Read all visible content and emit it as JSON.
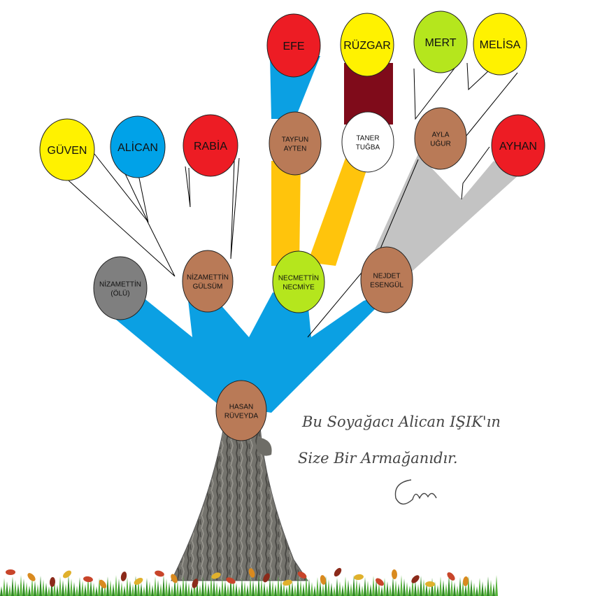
{
  "colors": {
    "trunk_blue": "#0ba0e3",
    "branch_orange": "#ffc40c",
    "branch_maroon": "#7f0b1a",
    "branch_gray": "#c3c3c3",
    "node_brown": "#b97a57",
    "node_gray": "#7f7f7f",
    "node_green": "#b5e61d",
    "node_yellow": "#fff200",
    "node_red": "#ed1c24",
    "node_blue": "#00a2e8",
    "node_white": "#ffffff",
    "bark": "#6b6b66",
    "grass": "#3f9a2b"
  },
  "root": {
    "lines": [
      "HASAN",
      "RÜVEYDA"
    ],
    "fill": "#b97a57"
  },
  "children": [
    {
      "id": "nizamettin",
      "lines": [
        "NİZAMETTİN",
        "(ÖLÜ)"
      ],
      "fill": "#7f7f7f"
    },
    {
      "id": "nizamettin-gulsum",
      "lines": [
        "NİZAMETTİN",
        "GÜLSÜM"
      ],
      "fill": "#b97a57"
    },
    {
      "id": "necmettin-necmiye",
      "lines": [
        "NECMETTİN",
        "NECMİYE"
      ],
      "fill": "#b5e61d"
    },
    {
      "id": "nejdet-esengul",
      "lines": [
        "NEJDET",
        "ESENGÜL"
      ],
      "fill": "#b97a57"
    }
  ],
  "grandchildren": [
    {
      "id": "guven",
      "lines": [
        "GÜVEN"
      ],
      "fill": "#fff200"
    },
    {
      "id": "alican",
      "lines": [
        "ALİCAN"
      ],
      "fill": "#00a2e8"
    },
    {
      "id": "rabia",
      "lines": [
        "RABİA"
      ],
      "fill": "#ed1c24"
    },
    {
      "id": "tayfun-ayten",
      "lines": [
        "TAYFUN",
        "AYTEN"
      ],
      "fill": "#b97a57"
    },
    {
      "id": "taner-tugba",
      "lines": [
        "TANER",
        "TUĞBA"
      ],
      "fill": "#ffffff"
    },
    {
      "id": "ayla-ugur",
      "lines": [
        "AYLA",
        "UĞUR"
      ],
      "fill": "#b97a57"
    },
    {
      "id": "ayhan",
      "lines": [
        "AYHAN"
      ],
      "fill": "#ed1c24"
    }
  ],
  "great_grandchildren": [
    {
      "id": "efe",
      "lines": [
        "EFE"
      ],
      "fill": "#ed1c24"
    },
    {
      "id": "ruzgar",
      "lines": [
        "RÜZGAR"
      ],
      "fill": "#fff200"
    },
    {
      "id": "mert",
      "lines": [
        "MERT"
      ],
      "fill": "#b5e61d"
    },
    {
      "id": "melisa",
      "lines": [
        "MELİSA"
      ],
      "fill": "#fff200"
    }
  ],
  "note": {
    "line1": "Bu Soyağacı Alican IŞIK'ın",
    "line2": "Size Bir Armağanıdır."
  }
}
